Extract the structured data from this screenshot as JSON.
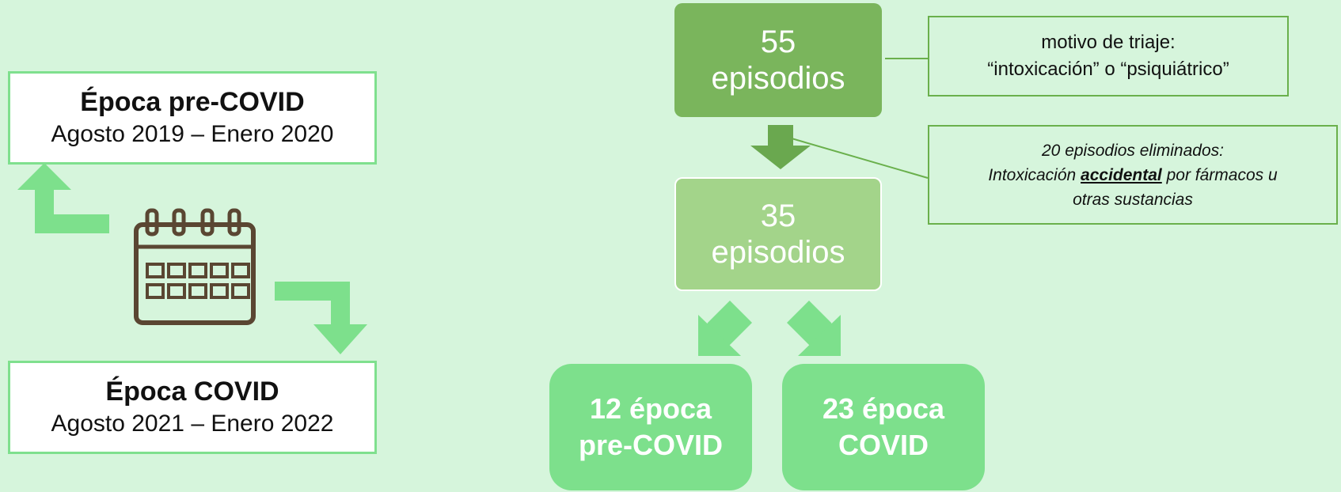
{
  "periods": {
    "pre_covid": {
      "title": "Época pre-COVID",
      "range": "Agosto 2019 – Enero 2020"
    },
    "covid": {
      "title": "Época COVID",
      "range": "Agosto 2021 – Enero 2022"
    }
  },
  "flow": {
    "total": {
      "number": "55",
      "label": "episodios"
    },
    "filtered": {
      "number": "35",
      "label": "episodios"
    },
    "outcome_pre": {
      "line1": "12 época",
      "line2": "pre-COVID"
    },
    "outcome_covid": {
      "line1": "23 época",
      "line2": "COVID"
    }
  },
  "notes": {
    "triage": {
      "line1": "motivo de triaje:",
      "line2": "“intoxicación” o “psiquiátrico”"
    },
    "removed": {
      "line1": "20 episodios eliminados:",
      "line2_prefix": "Intoxicación ",
      "line2_accent": "accidental",
      "line2_suffix": " por fármacos u",
      "line3": "otras sustancias"
    }
  },
  "icons": [
    "calendar-icon",
    "arrow-up-left-icon",
    "arrow-down-right-icon",
    "arrow-down-icon",
    "arrow-diagonal-left-icon",
    "arrow-diagonal-right-icon"
  ],
  "colors": {
    "background": "#d6f5dc",
    "dark_green": "#7ab55c",
    "mid_green": "#a3d48a",
    "light_green": "#7de08c",
    "calendar_brown": "#5a4632"
  }
}
